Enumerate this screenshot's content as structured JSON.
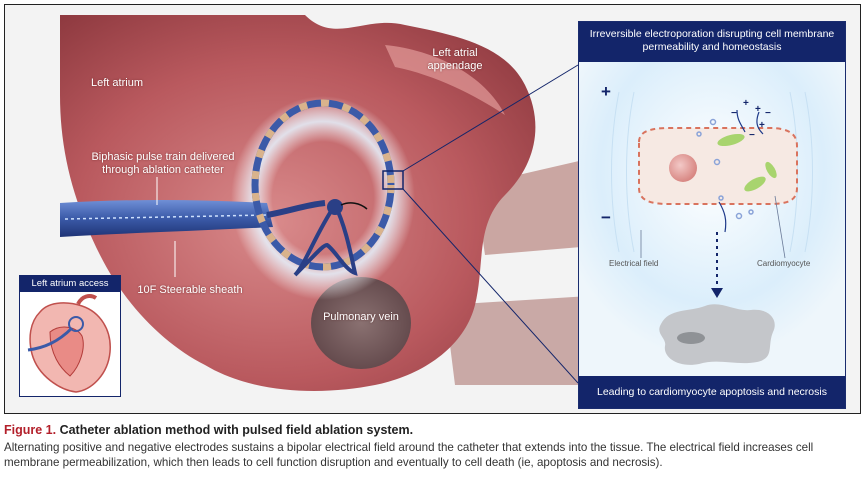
{
  "figure": {
    "labels": {
      "left_atrium": "Left atrium",
      "appendage": "Left atrial appendage",
      "biphasic": "Biphasic pulse train delivered through ablation catheter",
      "sheath": "10F Steerable sheath",
      "pulmonary_vein": "Pulmonary vein"
    },
    "inset": {
      "title": "Left atrium access"
    },
    "panel": {
      "header": "Irreversible electroporation disrupting cell membrane permeability and homeostasis",
      "footer": "Leading to cardiomyocyte apoptosis and necrosis",
      "plus_sign": "+",
      "minus_sign": "−",
      "electrical_field": "Electrical field",
      "cardiomyocyte": "Cardiomyocyte",
      "charge_marks": [
        "+",
        "−",
        "+",
        "−",
        "+",
        "−"
      ]
    },
    "colors": {
      "tissue": "#b5545a",
      "tissue_light": "#d9898a",
      "navy": "#13256a",
      "catheter": "#3b5aa8",
      "caption_red": "#b3202b"
    }
  },
  "caption": {
    "label": "Figure 1.",
    "title": "Catheter ablation method with pulsed field ablation system.",
    "body": "Alternating positive and negative electrodes sustains a bipolar electrical field around the catheter that extends into the tissue. The electrical field increases cell membrane permeabilization, which then leads to cell function disruption and eventually to cell death (ie, apoptosis and necrosis)."
  }
}
